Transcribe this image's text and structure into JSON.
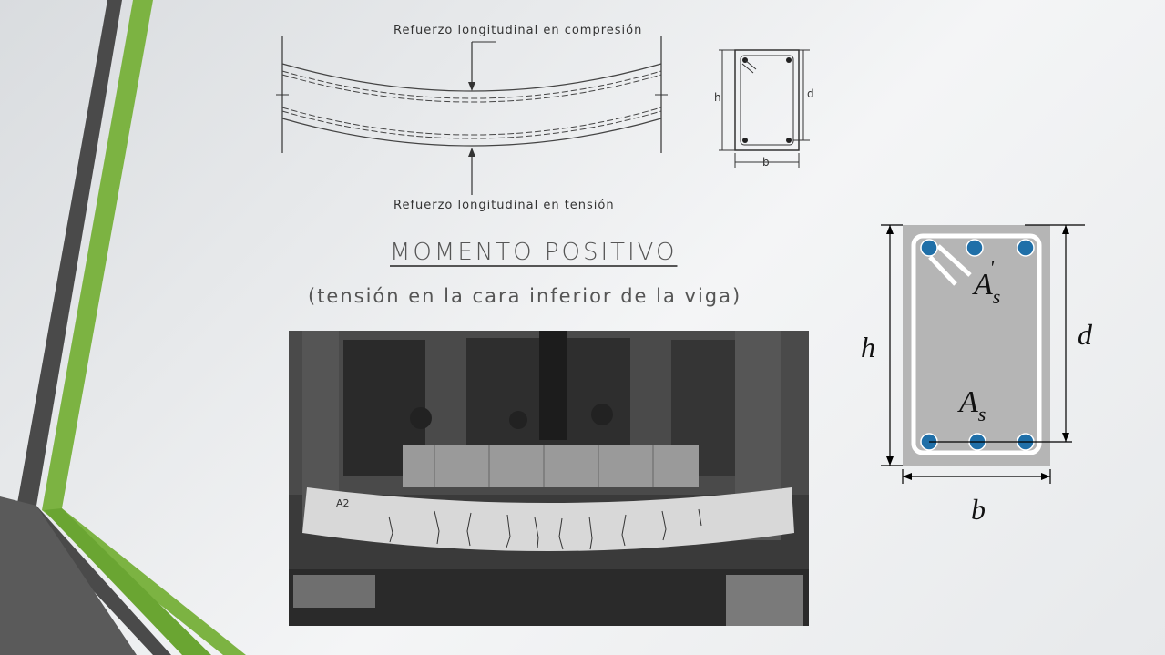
{
  "diagram": {
    "top_label": "Refuerzo longitudinal en compresión",
    "bottom_label": "Refuerzo longitudinal en tensión",
    "small_section": {
      "h": "h",
      "d": "d",
      "b": "b"
    }
  },
  "title": "MOMENTO POSITIVO",
  "subtitle": "(tensión en la cara inferior de la viga)",
  "photo": {
    "beam_tag": "A2"
  },
  "section": {
    "h": "h",
    "d": "d",
    "b": "b",
    "as_prime": "A",
    "as_prime_sub": "s",
    "as_prime_sup": "'",
    "as": "A",
    "as_sub": "s"
  },
  "colors": {
    "accent_green": "#7cb342",
    "dark_gray": "#4a4a4a",
    "rebar_blue": "#1f6fa8",
    "concrete": "#b5b5b5"
  }
}
